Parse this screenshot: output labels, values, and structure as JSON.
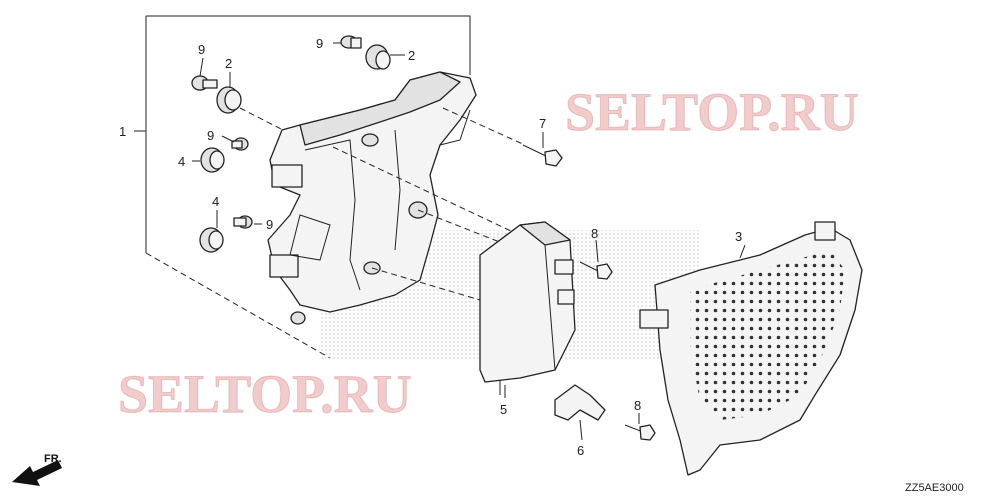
{
  "diagram": {
    "callouts": [
      {
        "id": "c1",
        "text": "1"
      },
      {
        "id": "c2a",
        "text": "2"
      },
      {
        "id": "c2b",
        "text": "2"
      },
      {
        "id": "c3",
        "text": "3"
      },
      {
        "id": "c4a",
        "text": "4"
      },
      {
        "id": "c4b",
        "text": "4"
      },
      {
        "id": "c5",
        "text": "5"
      },
      {
        "id": "c6",
        "text": "6"
      },
      {
        "id": "c7",
        "text": "7"
      },
      {
        "id": "c8a",
        "text": "8"
      },
      {
        "id": "c8b",
        "text": "8"
      },
      {
        "id": "c9a",
        "text": "9"
      },
      {
        "id": "c9b",
        "text": "9"
      },
      {
        "id": "c9c",
        "text": "9"
      },
      {
        "id": "c9d",
        "text": "9"
      }
    ],
    "watermarks": [
      "SELTOP.RU",
      "SELTOP.RU"
    ],
    "diagram_code": "ZZ5AE3000",
    "direction_label": "FR."
  }
}
